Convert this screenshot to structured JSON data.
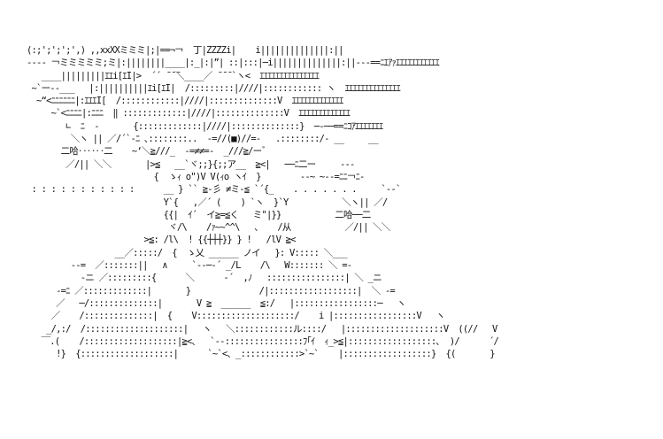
{
  "art": {
    "lines": [
      "(:;';';';',) ,,xxXXミミミ|;|==¬￢  丁|ZZZZi|    i||||||||||||||:||",
      "-‐-- ￢ミミミミミ;ミ|:||||||||____|:_|:|”| ::|:::|─i||||||||||||||:||--‐==ﾆｴｱｧｴｴｴｴｴｴｴｴｴｴｴ",
      "   ____|||||||||ｴｴi[ｴI|>  ´´ ̄ ̄ ̄＼____／ ̄ ̄ ̄ `ヽ<  ｴｴｴｴｴｴｴｴｴｴｴｴｴｴｴ",
      " ~`ー--___   |:||||||||||ｴi[ｴI|  /:::::::::|////|:::::::::::: ヽ  ｴｴｴｴｴｴｴｴｴｴｴｴｴｴ",
      "  ~“<ﾆﾆﾆﾆﾆﾆ|:ｴｴｴI[  /::::::::::::|////|::::::::::::::V  ｴｴｴｴｴｴｴｴｴｴｴｴｴ",
      "     ~`<ﾆﾆﾆﾆ|:ﾆﾆﾆ  ‖ :::::::::::::|////|::::::::::::::V  ｴｴｴｴｴｴｴｴｴｴｴｴｴ",
      "        ∟  ﾆ  -       {:::::::::::::|////|::::::::::::::}  ─‐──==ﾆｺｱｴｴｴｴｴｴｴ",
      "         ＼ヽ || ／/´`-ﾆ ､::::::::..  -=//(■)//=-   .::::::::/‐ __     __",
      "       二哈‥‥‥二    ~‘＼≧///_  -=≠≠=-  _///≧/ーﾞ",
      "        ／/|| ＼＼       |>≦   __`ヾ;;}{;;ア__  ≧<|   ──ﾆ二ー     ‐‐-",
      "                          {  ゝｨ o\")V V(ｨo ヽｲ  }        ‐‐~ ~‐‐=ﾆﾆ￢ﾆ-",
      " : : : : : : : : : : :      __ } `` ≧‐彡 ≠ミ‐≦ `´{_    . . . . . . .     `‐‐`",
      "                            Y`{   ,／´ (    ) `ヽ  }`Y           ＼ヽ|| ／/",
      "                            {{|  ｲ´  イ≧=≦く   ミ\"|}}           二哈──二",
      "                             ヾ/\\    /ｧ~~^^\\   、   /从           ／/|| ＼＼",
      "                        >≦: /l\\  ! {{┼┼┼}} } !   /lV ≧<",
      "                  __／:::::/  {  ゝ乂 ______ ノイ   }: V::::: ＼___",
      "         -‐=  ／:::::::||   ∧     `‐‐─‐´ _/L    /\\   W::::::: ＼ =-",
      "           ‐ニ ／:::::::::{      ＼      ‐´  ,ﾉ   ::::::::::::::::| ＼ _ニ",
      "      -=ﾆ ／:::::::::::::|       }              /|::::::::::::::::::|  ＼ -=",
      "      ／   ─/::::::::::::::|       V ≧  ______  ≦:/   |:::::::::::::::::─   ヽ",
      "     ／    /::::::::::::::|  {    V::::::::::::::::::::/    i |:::::::::::::::::V   ヽ",
      "    _/,:/  /::::::::::::::::::::|   ヽ   ＼::::::::::::ル::::/   |::::::::::::::::::::V  ((//   V",
      "   ￣.(    /:::::::::::::::::::|≧<、  `‐‐::::::::::::::::ﾌ｢ｲ  ｨ_>≦|::::::::::::::::::､  )/      ´/",
      "      !}  {:::::::::::::::::::|      `~`<、_::::::::::::>`~`    |::::::::::::::::::}  {(       }"
    ]
  }
}
